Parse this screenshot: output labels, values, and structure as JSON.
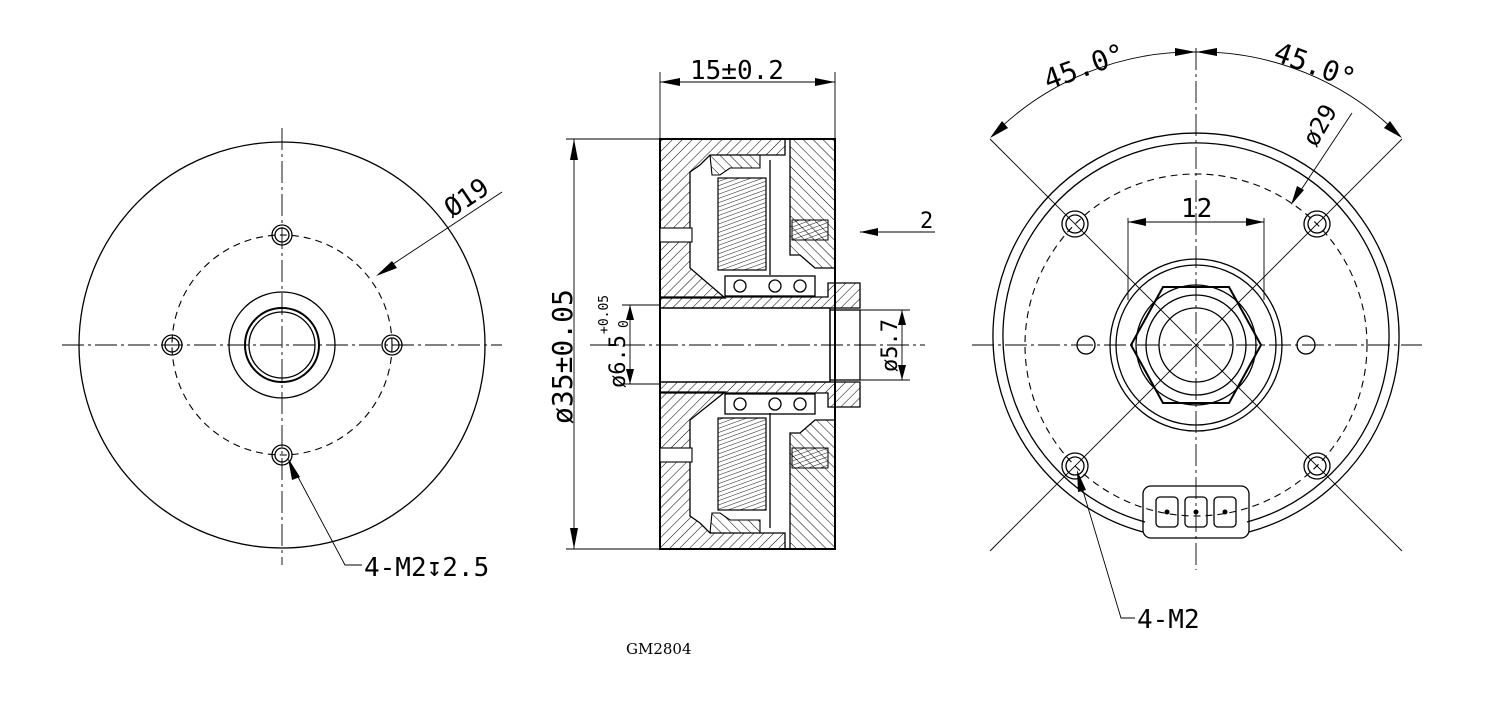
{
  "drawing": {
    "model": "GM2804",
    "front_view": {
      "bolt_circle_label": "Ø19",
      "hole_callout": "4-M2↧2.5"
    },
    "section_view": {
      "width_label": "15±0.2",
      "outer_dia_label": "ø35±0.05",
      "bore_dia_label": "ø6.5",
      "bore_tol_upper": "+0.05",
      "bore_tol_lower": "0",
      "shaft_dia_label": "ø5.7",
      "shaft_protrusion_label": "2"
    },
    "rear_view": {
      "angle_left_label": "45.0°",
      "angle_right_label": "45.0°",
      "bolt_circle_label": "ø29",
      "hex_width_label": "12",
      "hole_callout": "4-M2"
    }
  }
}
